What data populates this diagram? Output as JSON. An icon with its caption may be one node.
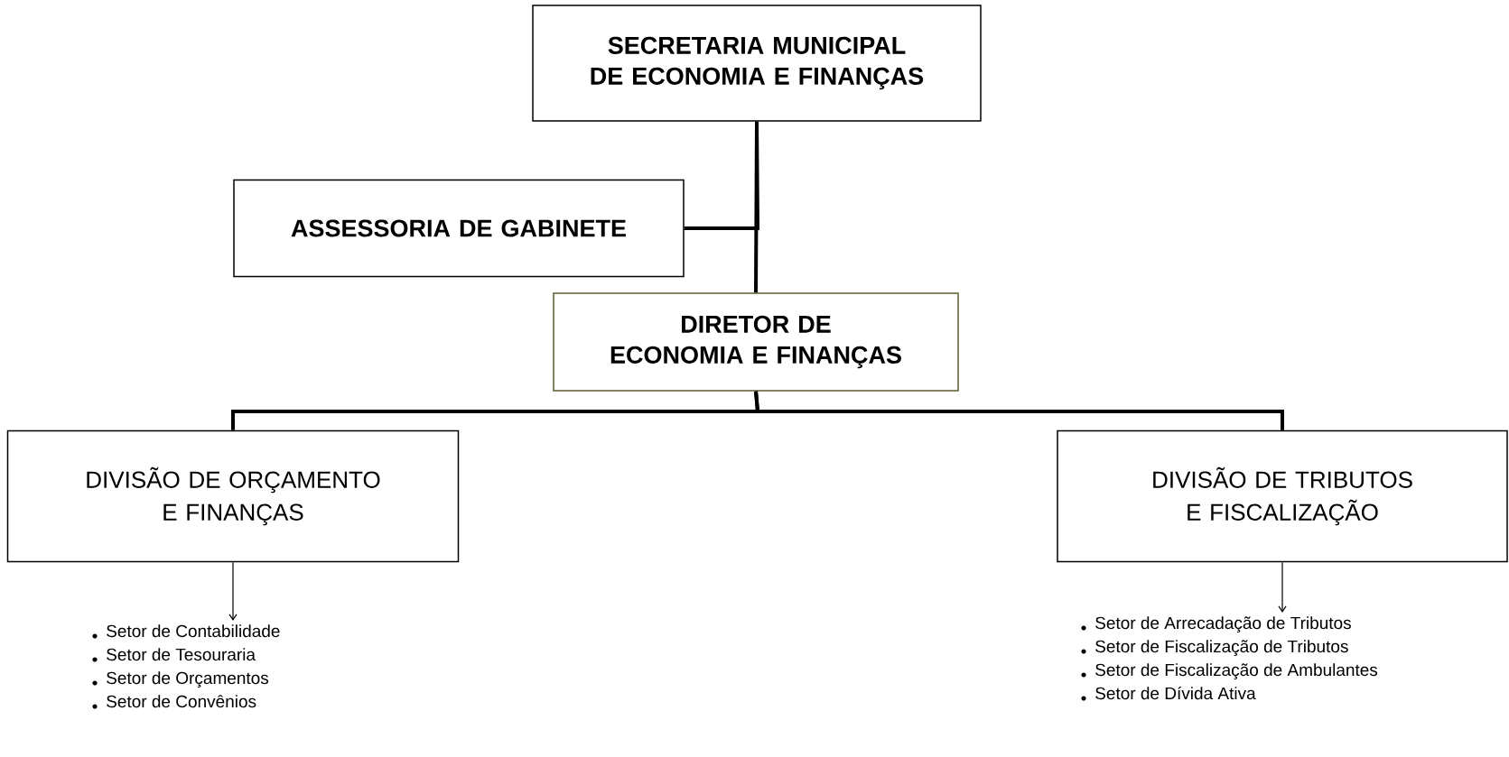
{
  "diagram": {
    "nodes": [
      {
        "text": [
          "SECRETARIA MUNICIPAL DE ECONOMIA E FINANÇAS"
        ]
      },
      {
        "text": [
          "ASSESSORIA DE GABINETE"
        ]
      },
      {
        "text": [
          "DIRETOR DE ECONOMIA E FINANÇAS"
        ]
      },
      {
        "text": [
          "DIVISÃO DE ORÇAMENTO E FINANÇAS"
        ]
      },
      {
        "text": [
          "DIVISÃO DE TRIBUTOS E FISCALIZAÇÃO"
        ]
      },
      {
        "text": [
          "Setor de Contabilidade",
          "Setor de Tesouraria",
          "Setor de Orçamentos",
          "Setor de Convênios"
        ]
      },
      {
        "text": [
          "Setor de Arrecadação de Tributos",
          "Setor de Fiscalização de Tributos",
          "Setor de Fiscalização de Ambulantes",
          "Setor de Dívida Ativa"
        ]
      }
    ],
    "edges": [
      {
        "from": 0,
        "to": 1,
        "arrow": "none"
      },
      {
        "from": 0,
        "to": 2,
        "arrow": "none"
      },
      {
        "from": 2,
        "to": 3,
        "arrow": "none"
      },
      {
        "from": 2,
        "to": 4,
        "arrow": "none"
      },
      {
        "from": 3,
        "to": 5,
        "arrow": "to"
      },
      {
        "from": 4,
        "to": 6,
        "arrow": "to"
      }
    ]
  }
}
